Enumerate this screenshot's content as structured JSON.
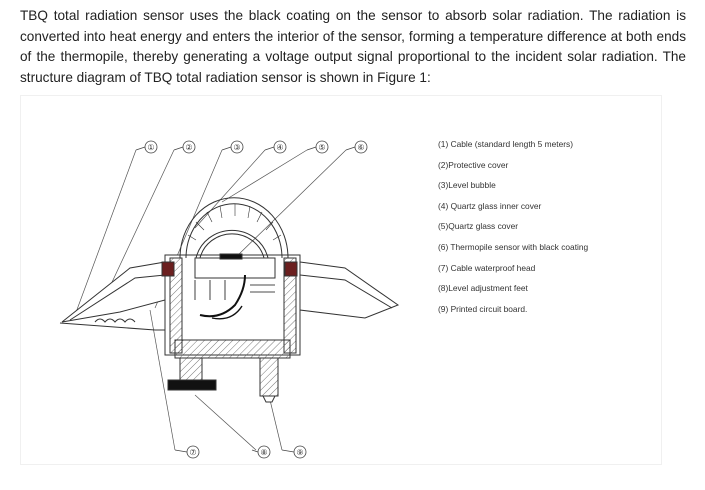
{
  "intro": {
    "text": "TBQ total radiation sensor uses the black coating on the sensor to absorb solar radiation. The radiation is converted into heat energy and enters the interior of the sensor, forming a temperature difference at both ends of the thermopile, thereby generating a voltage output signal proportional to the incident solar radiation. The structure diagram of TBQ total radiation sensor is shown in Figure 1:"
  },
  "figure": {
    "callouts": [
      "①",
      "②",
      "③",
      "④",
      "⑤",
      "⑥",
      "⑦",
      "⑧",
      "⑨"
    ],
    "legend": [
      "(1) Cable (standard length 5 meters)",
      "(2)Protective cover",
      "(3)Level bubble",
      "(4) Quartz glass inner cover",
      "(5)Quartz glass cover",
      "(6) Thermopile sensor with black coating",
      "(7) Cable waterproof head",
      "(8)Level adjustment feet",
      "(9) Printed circuit board."
    ]
  }
}
